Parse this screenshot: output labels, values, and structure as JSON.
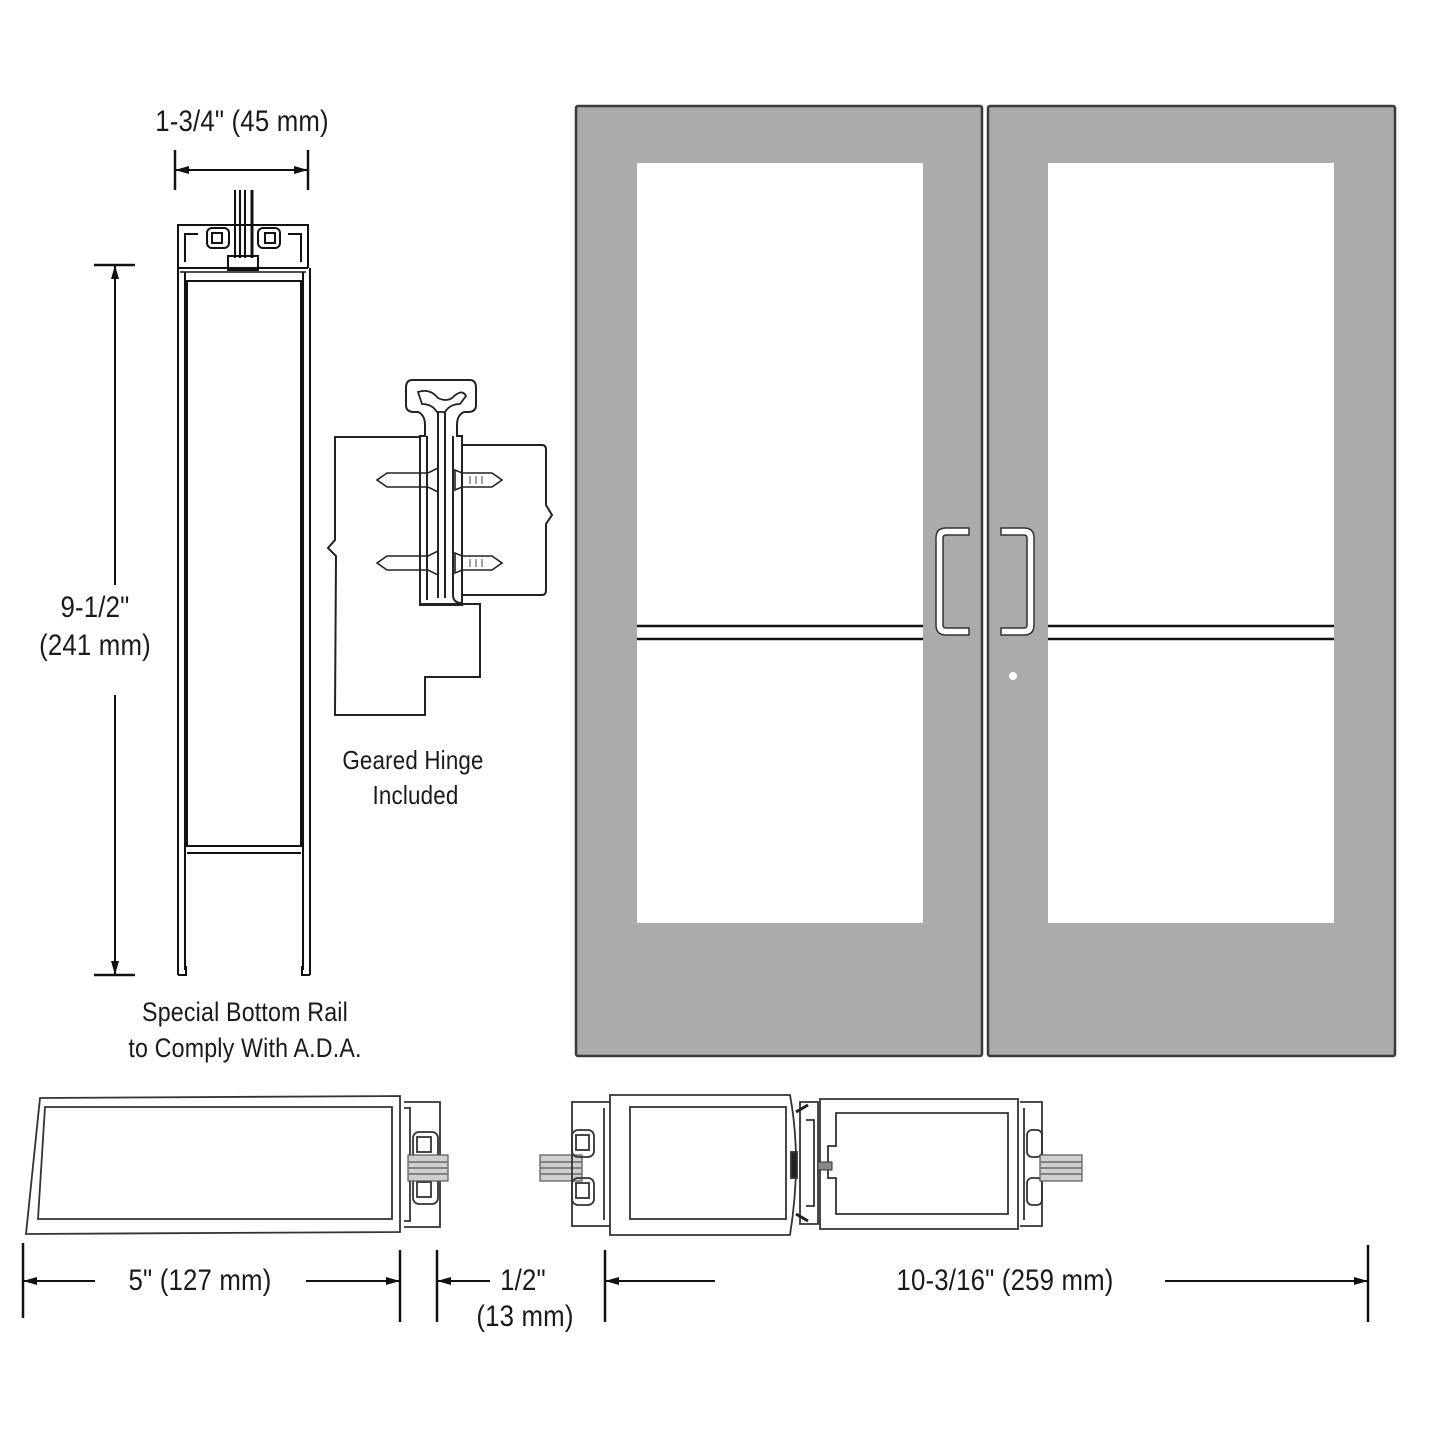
{
  "diagram": {
    "title": "Double Door Assembly Detail with Geared Hinge",
    "colors": {
      "door_face": "#ababab",
      "door_edge": "#3a3a3a",
      "glass": "#ffffff",
      "line": "#111111",
      "background": "#ffffff"
    },
    "dimensions": {
      "stile_depth": "1-3/4\" (45 mm)",
      "bottom_rail_height_in": "9-1/2\"",
      "bottom_rail_height_mm": "(241 mm)",
      "stile_width": "5\" (127 mm)",
      "gap_in": "1/2\"",
      "gap_mm": "(13 mm)",
      "pair_width": "10-3/16\" (259 mm)"
    },
    "captions": {
      "bottom_rail_line1": "Special Bottom Rail",
      "bottom_rail_line2": "to Comply With A.D.A.",
      "hinge_line1": "Geared Hinge",
      "hinge_line2": "Included"
    },
    "views": [
      {
        "name": "vertical-section",
        "label": "Vertical section of door stile and bottom rail"
      },
      {
        "name": "hinge-detail",
        "label": "Geared hinge detail"
      },
      {
        "name": "door-elevation",
        "label": "Double door elevation with pull handles and mid rail"
      },
      {
        "name": "single-plan",
        "label": "Plan section single stile"
      },
      {
        "name": "pair-plan",
        "label": "Plan section door pair"
      }
    ]
  }
}
